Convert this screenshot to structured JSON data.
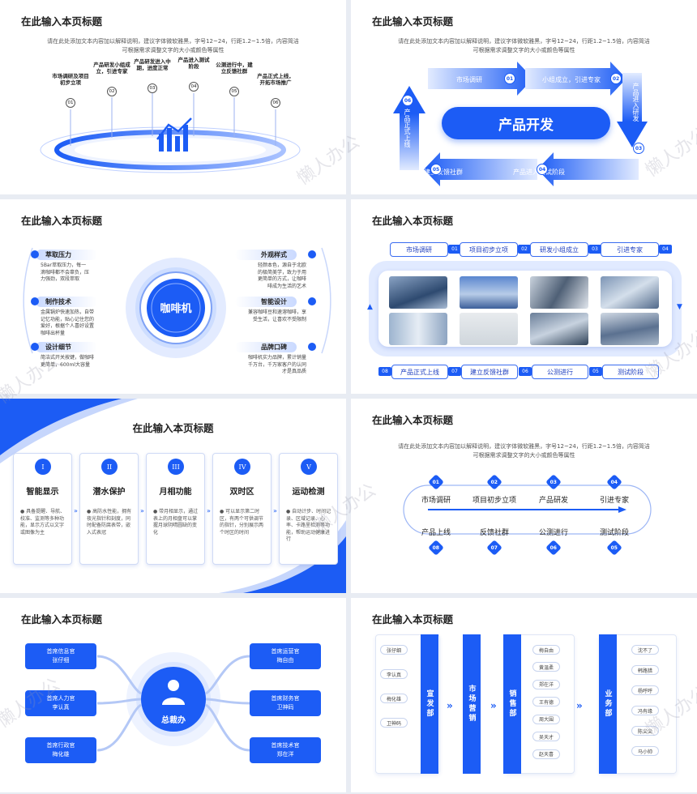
{
  "title": "在此输入本页标题",
  "desc_line1": "请在此处添加文本内容加以解释说明，建议字体微软雅黑，字号12~24，行距1.2~1.5倍，内容简洁",
  "desc_line2": "可根据需求调整文字的大小或颜色等属性",
  "watermark": "懒人办公",
  "slide1": {
    "steps": [
      {
        "num": "01",
        "l1": "市场调研及项目",
        "l2": "初步立项"
      },
      {
        "num": "02",
        "l1": "产品研发小组成",
        "l2": "立，引进专家"
      },
      {
        "num": "03",
        "l1": "产品研发进入中",
        "l2": "期，进度正常"
      },
      {
        "num": "04",
        "l1": "产品进入测试",
        "l2": "阶段"
      },
      {
        "num": "05",
        "l1": "公测进行中，建",
        "l2": "立反馈社群"
      },
      {
        "num": "06",
        "l1": "产品正式上线，",
        "l2": "开拓市场推广"
      }
    ]
  },
  "slide2": {
    "center": "产品开发",
    "items": [
      {
        "num": "01",
        "label": "市场调研"
      },
      {
        "num": "02",
        "label": "小组成立，引进专家"
      },
      {
        "num": "03",
        "label": "产品进入研发"
      },
      {
        "num": "04",
        "label": "产品进入测试阶段"
      },
      {
        "num": "05",
        "label": "建立反馈社群"
      },
      {
        "num": "06",
        "label": "产品正式上线"
      }
    ]
  },
  "slide3": {
    "center": "咖啡机",
    "left": [
      {
        "h": "萃取压力",
        "b1": "5Bar萃取压力，每一",
        "b2": "滴咖啡都不会辜负，压",
        "b3": "力强劲，双段萃取"
      },
      {
        "h": "制作技术",
        "b1": "金属锅炉快速加热，自带",
        "b2": "记忆功能，贴心记住您的",
        "b3": "爱好，根据个人喜好设置",
        "b4": "咖啡出杯量"
      },
      {
        "h": "设计细节",
        "b1": "简洁式开关按键，做咖啡",
        "b2": "更简单，600ml大容量"
      }
    ],
    "right": [
      {
        "h": "外观样式",
        "b1": "轻颜本色，源自于北欧",
        "b2": "的极简美学，致力于用",
        "b3": "更简单的方式，让咖啡",
        "b4": "啡成为生活的艺术"
      },
      {
        "h": "智能设计",
        "b1": "兼容咖啡豆和速溶咖啡，享",
        "b2": "受生活，让喜欢不受限制"
      },
      {
        "h": "品牌口碑",
        "b1": "咖啡机实力品牌，累计销量",
        "b2": "千万台，千万家客户的认同",
        "b3": "才是真品质"
      }
    ]
  },
  "slide4": {
    "top": [
      {
        "num": "01",
        "label": "市场调研"
      },
      {
        "num": "02",
        "label": "项目初步立项"
      },
      {
        "num": "03",
        "label": "研发小组成立"
      },
      {
        "num": "04",
        "label": "引进专家"
      }
    ],
    "bottom": [
      {
        "num": "08",
        "label": "产品正式上线"
      },
      {
        "num": "07",
        "label": "建立反馈社群"
      },
      {
        "num": "06",
        "label": "公测进行"
      },
      {
        "num": "05",
        "label": "测试阶段"
      }
    ]
  },
  "slide5": {
    "cards": [
      {
        "r": "I",
        "h": "智能显示",
        "b": "● 具备提醒、导航、校准、监测等多种功能，显示方式以文字或图像为主"
      },
      {
        "r": "II",
        "h": "潜水保护",
        "b": "● 高防水性能，拥有夜光指针和刻度，同时配备防腐表带，嵌入式表冠"
      },
      {
        "r": "III",
        "h": "月相功能",
        "b": "● 带月相显示，通过表上的月相盘可以掌握月球阴晴圆缺的变化"
      },
      {
        "r": "IV",
        "h": "双时区",
        "b": "● 可以显示第二时区，有两个可供调节的指针，分别展示两个时区的时间"
      },
      {
        "r": "V",
        "h": "运动检测",
        "b": "● 自动计步、时间记录、区域记录、心率、卡路里检测等功能，帮助运动健康进行"
      }
    ]
  },
  "slide6": {
    "top": [
      {
        "num": "01",
        "label": "市场调研"
      },
      {
        "num": "02",
        "label": "项目初步立项"
      },
      {
        "num": "03",
        "label": "产品研发"
      },
      {
        "num": "04",
        "label": "引进专家"
      }
    ],
    "bottom": [
      {
        "num": "08",
        "label": "产品上线"
      },
      {
        "num": "07",
        "label": "反馈社群"
      },
      {
        "num": "06",
        "label": "公测进行"
      },
      {
        "num": "05",
        "label": "测试阶段"
      }
    ]
  },
  "slide7": {
    "center": "总裁办",
    "tags": [
      {
        "l1": "首席信息官",
        "l2": "张仔细"
      },
      {
        "l1": "首席人力官",
        "l2": "李认真"
      },
      {
        "l1": "首席行政官",
        "l2": "梅化雄"
      },
      {
        "l1": "首席运营官",
        "l2": "梅自由"
      },
      {
        "l1": "首席财务官",
        "l2": "卫神码"
      },
      {
        "l1": "首席技术官",
        "l2": "郑在洋"
      }
    ]
  },
  "slide8": {
    "groups": [
      {
        "bar": "宣发部",
        "names": [
          "张仔细",
          "李认真",
          "梅化雄",
          "卫神码"
        ]
      },
      {
        "bar": "市场营销",
        "names": []
      },
      {
        "bar": "销售部",
        "names": [
          "梅自由",
          "黄温柔",
          "郑在洋",
          "王有德",
          "周大围",
          "吴天才",
          "赵天喜"
        ]
      },
      {
        "bar": "业务部",
        "names": [
          "沈不了",
          "韩路猎",
          "杨呼呼",
          "冯有缘",
          "陈尖尖",
          "马小帅"
        ]
      }
    ],
    "arrow": "»"
  }
}
